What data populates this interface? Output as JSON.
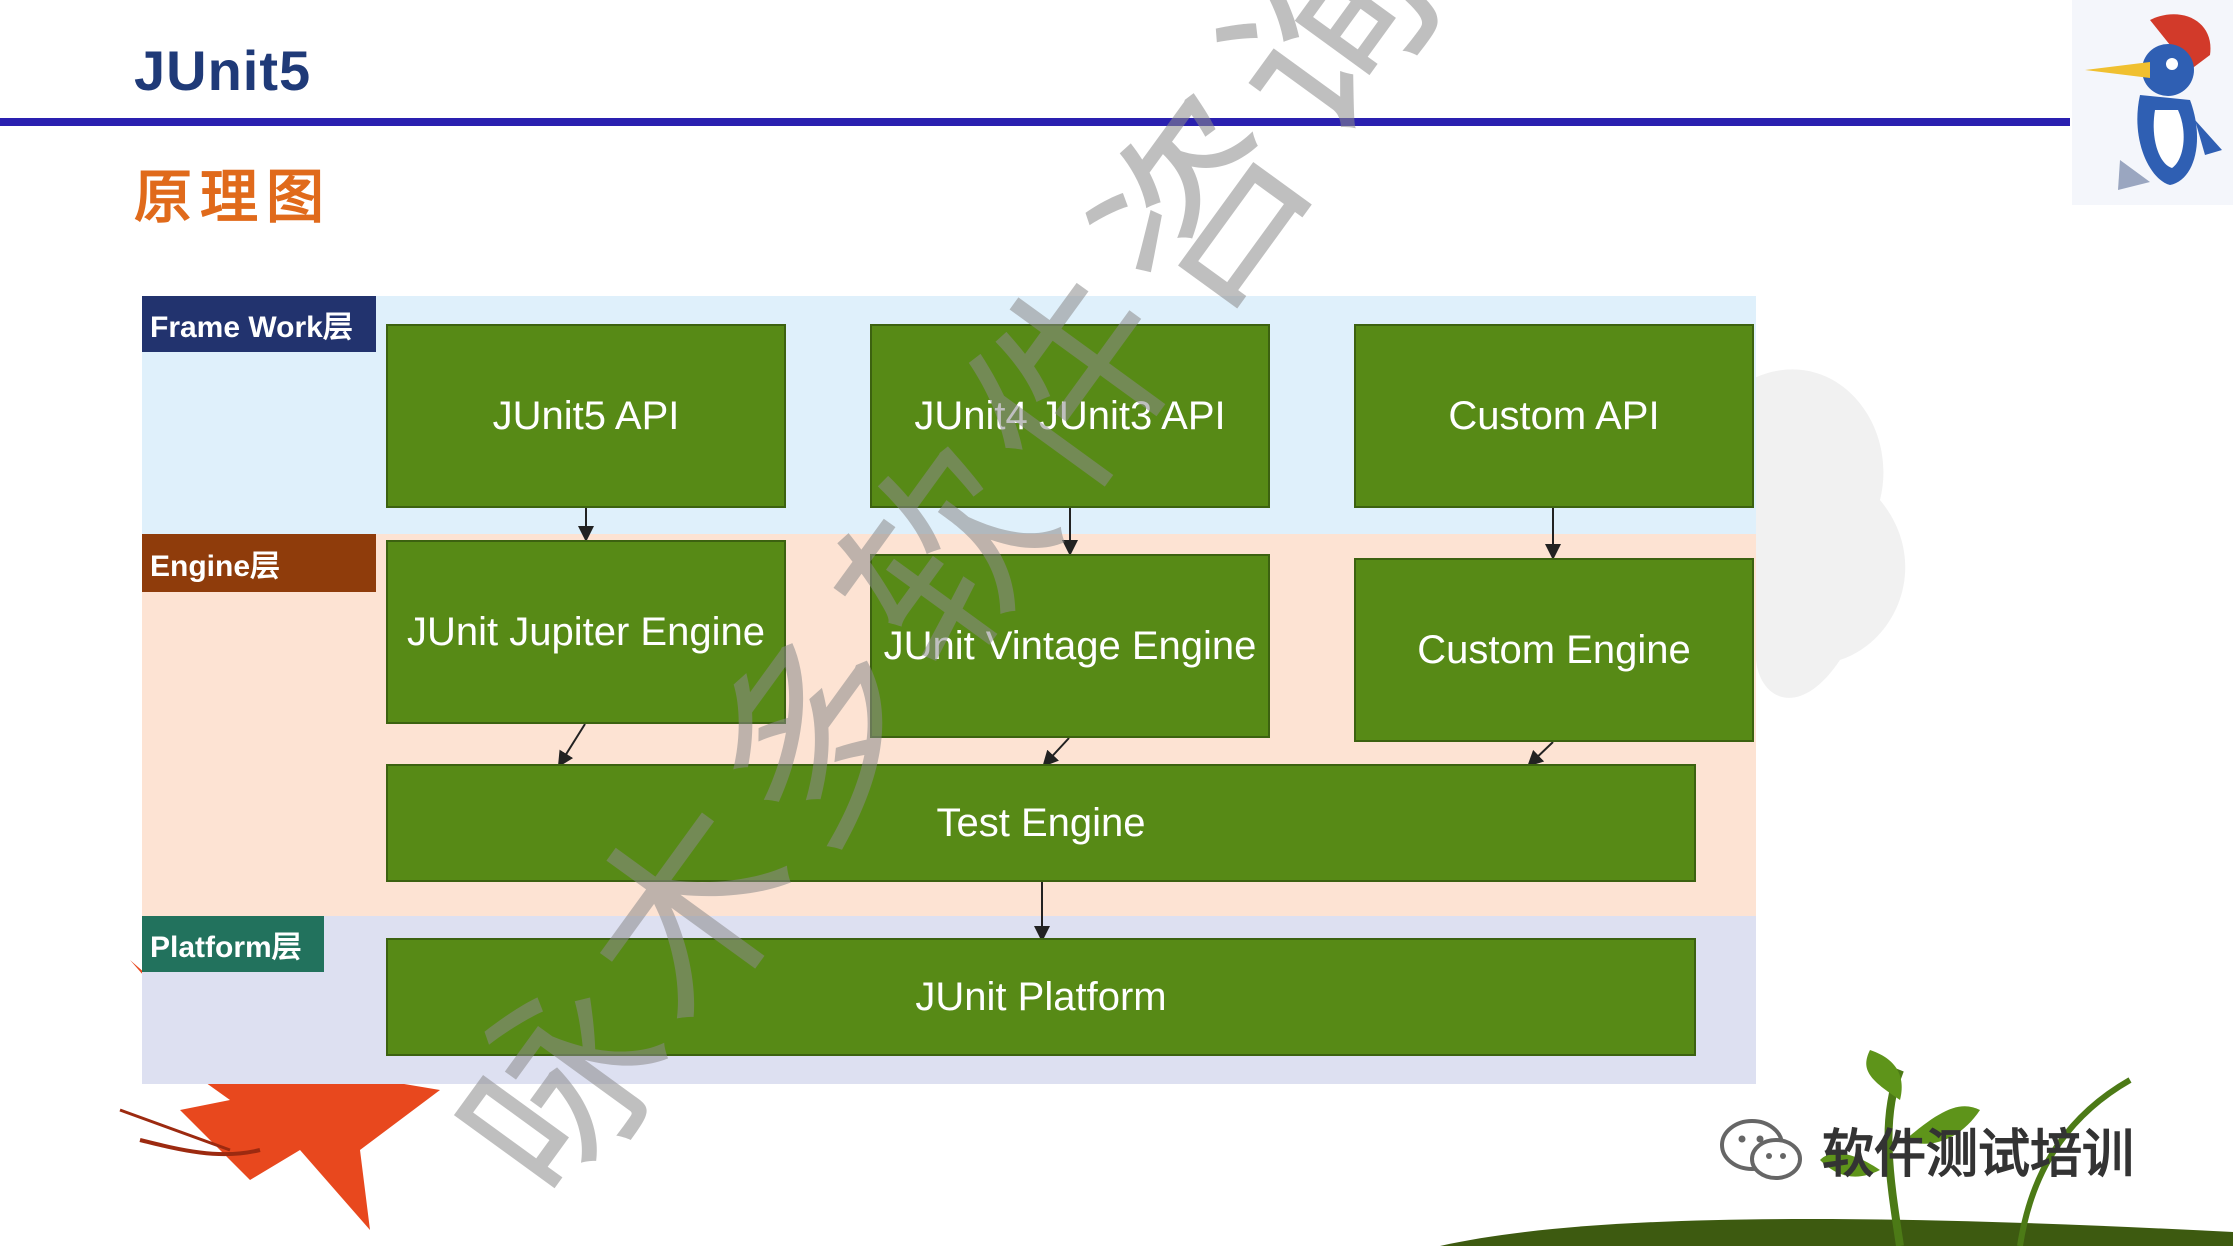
{
  "slide": {
    "title": "JUnit5",
    "subtitle": "原理图"
  },
  "layers": {
    "framework": "Frame Work层",
    "engine": "Engine层",
    "platform": "Platform层"
  },
  "boxes": {
    "junit5_api": "JUnit5  API",
    "junit4_junit3_api": "JUnit4 JUnit3 API",
    "custom_api": "Custom API",
    "jupiter_engine": "JUnit Jupiter Engine",
    "vintage_engine": "JUnit Vintage Engine",
    "custom_engine": "Custom Engine",
    "test_engine": "Test Engine",
    "junit_platform": "JUnit Platform"
  },
  "watermark": {
    "text": "咏木多软件咨询"
  },
  "footer": {
    "wechat_name": "软件测试培训"
  },
  "colors": {
    "title_blue": "#1f3a78",
    "subtitle_orange": "#e06a1b",
    "box_green": "#578a16",
    "framework_bg": "#dff0fb",
    "engine_bg": "#fde3d3",
    "platform_bg": "#dde0f1",
    "framework_label": "#22336e",
    "engine_label": "#8f3c0b",
    "platform_label": "#22725d"
  }
}
